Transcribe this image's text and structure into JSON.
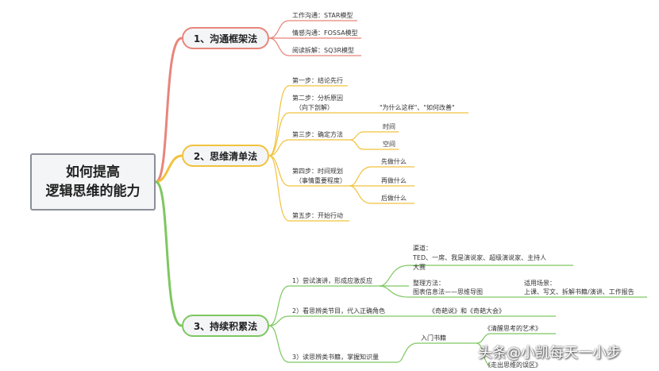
{
  "root": {
    "line1": "如何提高",
    "line2": "逻辑思维的能力"
  },
  "branches": [
    {
      "label": "1、沟通框架法",
      "items": [
        "工作沟通：STAR模型",
        "情感沟通：FOSSA模型",
        "阅读拆解：SQ3R模型"
      ]
    },
    {
      "label": "2、思维清单法",
      "steps": [
        "第一步：结论先行",
        "第二步：分析原因",
        "（向下剖解）",
        "\"为什么这样\"、\"如何改善\"",
        "第三步：确定方法",
        "时间",
        "空间",
        "第四步：时间规划",
        "（事情重要程度）",
        "先做什么",
        "再做什么",
        "后做什么",
        "第五步：开始行动"
      ]
    },
    {
      "label": "3、持续积累法",
      "items": [
        "1）尝试演讲，形成应激反应",
        "渠道：",
        "TED、一席、我是演说家、超级演说家、主持人",
        "大赛",
        "整理方法：",
        "图表信息法——思维导图",
        "适用场景：",
        "上课、写文、拆解书籍/演讲、工作报告",
        "2）看思辨类节目，代入正确角色",
        "《奇葩说》和《奇葩大会》",
        "3）读思辨类书籍，掌握知识量",
        "入门书籍",
        "《清醒思考的艺术》",
        "《走出思维的误区》"
      ]
    }
  ],
  "watermark": "头条@小凯每天一小步",
  "colors": {
    "red": "#e8857b",
    "yellow": "#f1c23c",
    "green": "#7ec761",
    "line": "#8a8f99"
  }
}
